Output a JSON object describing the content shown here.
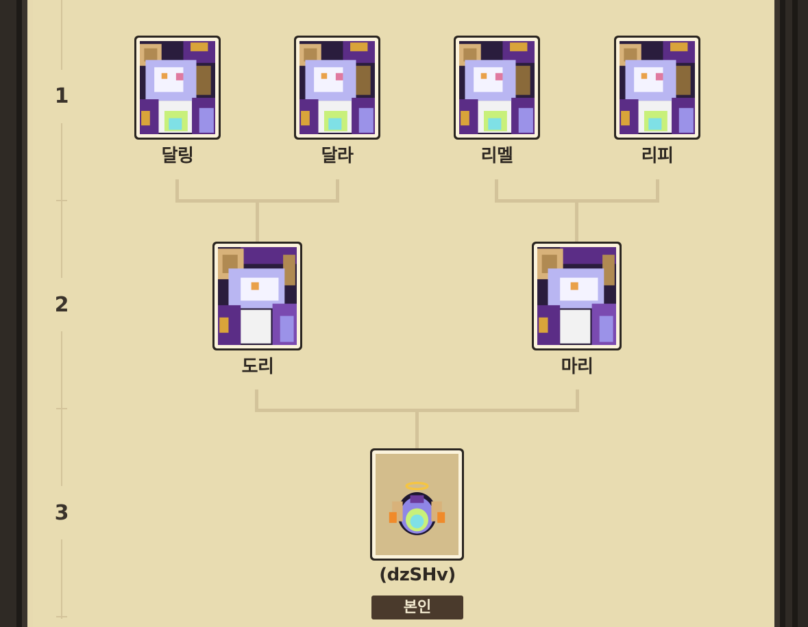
{
  "generations": [
    "1",
    "2",
    "3"
  ],
  "family": {
    "gen1": [
      {
        "name": "달링"
      },
      {
        "name": "달라"
      },
      {
        "name": "리멜"
      },
      {
        "name": "리피"
      }
    ],
    "gen2": [
      {
        "name": "도리"
      },
      {
        "name": "마리"
      }
    ],
    "gen3": {
      "name": "(dzSHv)",
      "badge": "본인"
    }
  },
  "colors": {
    "panel": "#e8dcb1",
    "connector": "#d3c39a",
    "card_border": "#2a2520",
    "card_mat": "#fbf3dc",
    "badge_bg": "#4a3a2c",
    "portrait_bg_dark": "#2a1d3d",
    "fur": "#b9b6f2",
    "horn": "#d8b27a",
    "accent_purple": "#6b3a9c",
    "egg_bg": "#d3bd8c"
  },
  "icons": {
    "ancestor_portrait": "horned-monster-portrait",
    "self_portrait": "haloed-egg-creature"
  }
}
